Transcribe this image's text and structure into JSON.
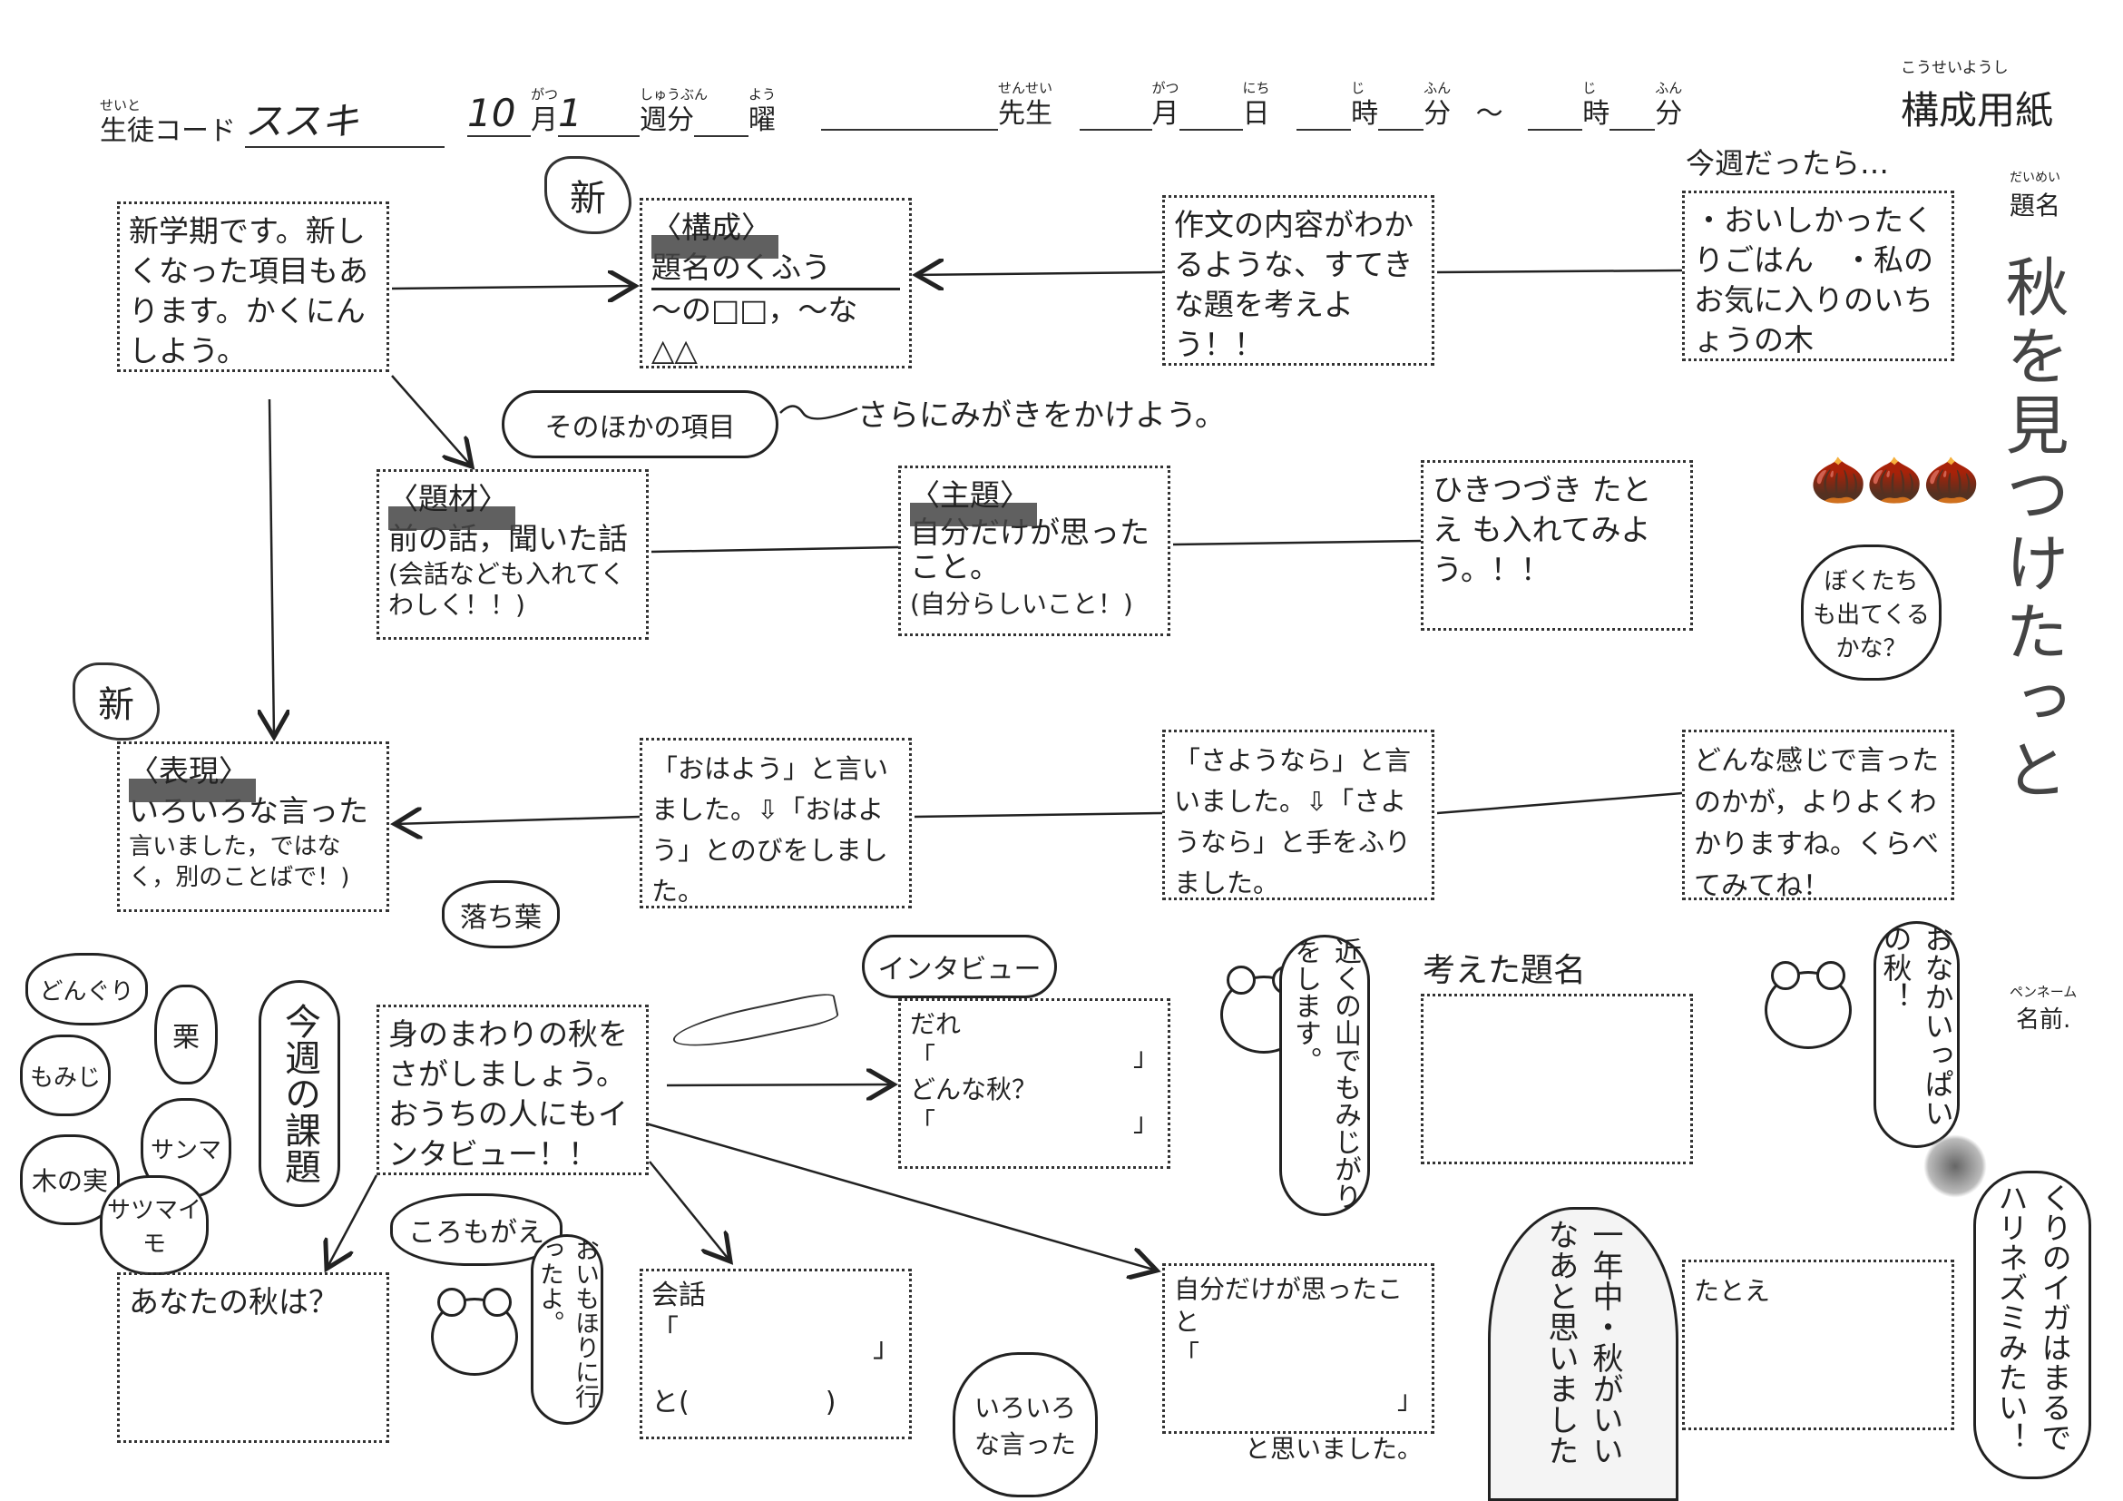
{
  "header": {
    "student_code_ruby": "せいと",
    "student_code_label": "生徒コード",
    "student_code_value": "ススキ",
    "month_value": "10",
    "month_label": "月",
    "month_ruby": "がつ",
    "week_value": "1",
    "week_label": "週分",
    "week_ruby": "しゅうぶん",
    "day_label": "曜",
    "day_ruby": "よう",
    "teacher_label": "先生",
    "teacher_ruby": "せんせい",
    "date_month_label": "月",
    "date_month_ruby": "がつ",
    "date_day_label": "日",
    "date_day_ruby": "にち",
    "hour_label": "時",
    "hour_ruby": "じ",
    "minute_label": "分",
    "minute_ruby": "ふん",
    "tilde": "～",
    "hour2_label": "時",
    "hour2_ruby": "じ",
    "minute2_label": "分",
    "minute2_ruby": "ふん",
    "title_ruby": "こうせいようし",
    "title": "構成用紙"
  },
  "sidebar": {
    "title_ruby": "だいめい",
    "title_label": "題名",
    "title_value": "秋を見つけたっと",
    "penname_ruby": "ペンネーム",
    "name_label": "名前."
  },
  "new_badge": "新",
  "boxes": {
    "intro": "新学期です。新しくなった項目もあります。かくにんしよう。",
    "kousei_tag": "〈構成〉",
    "kousei_body": "題名のくふう",
    "kousei_example": "～の□□，～な△△",
    "sakubun": "作文の内容がわかるような、すてきな題を考えよう！！",
    "konshu_label": "今週だったら…",
    "konshu": "・おいしかったくりごはん　・私のお気に入りのいちょうの木",
    "daizai_tag": "〈題材〉",
    "daizai_body": "前の話，聞いた話",
    "daizai_note": "(会話なども入れてくわしく！！)",
    "shudai_tag": "〈主題〉",
    "shudai_body": "自分だけが思ったこと。",
    "shudai_note": "(自分らしいこと！)",
    "hikitsuzuki": "ひきつづき たとえ も入れてみよう。！！",
    "hyogen_tag": "〈表現〉",
    "hyogen_body": "いろいろな言った",
    "hyogen_note": "言いました，ではなく，別のことばで！)",
    "ohayo": "「おはよう」と言いました。⇩「おはよう」とのびをしました。",
    "sayonara": "「さようなら」と言いました。⇩「さようなら」と手をふりました。",
    "donna": "どんな感じで言ったのかが，よりよくわかりますね。くらべてみてね！",
    "mimawari": "身のまわりの秋をさがしましょう。おうちの人にもインタビュー！！",
    "dare_label": "だれ",
    "dare_open": "「",
    "dare_close": "」",
    "donna_aki": "どんな秋？",
    "donna_open": "「",
    "donna_close": "」",
    "kangaeta_label": "考えた題名",
    "anata": "あなたの秋は？",
    "kaiwa_label": "会話",
    "kaiwa_open": "「",
    "kaiwa_close": "」",
    "kaiwa_to": "と(　　　　　)",
    "jibun_label": "自分だけが思ったこと",
    "jibun_open": "「",
    "jibun_close": "」",
    "jibun_end": "と思いました。",
    "tatoe_label": "たとえ"
  },
  "bubbles": {
    "sonohoka": "そのほかの項目",
    "migaki": "さらにみがきをかけよう。",
    "bokutachi": "ぼくたちも出てくるかな？",
    "ochiba": "落ち葉",
    "donguri": "どんぐり",
    "kuri": "栗",
    "momiji": "もみじ",
    "sanma": "サンマ",
    "konomi": "木の実",
    "satsumaimo": "サツマイモ",
    "konshu_kadai": "今週の課題",
    "interview": "インタビュー",
    "momijigari": "近くの山でもみじがりをします。",
    "onaka": "おなかいっぱいの秋！",
    "koromogae": "ころもがえ",
    "oimohori": "おいもほりに行ったよ。",
    "iroiro": "いろいろな言った",
    "ichinenju": "一年中・秋がいいなあと思いました",
    "kuri_iga": "くりのイガはまるでハリネズミみたい！"
  }
}
